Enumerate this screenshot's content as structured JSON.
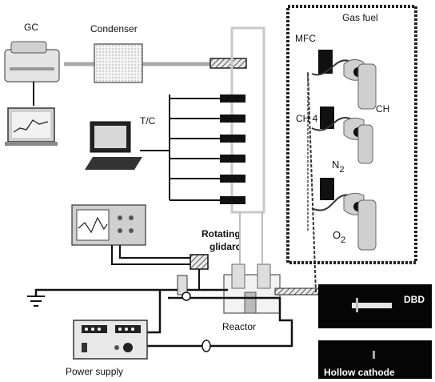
{
  "labels": {
    "gc": "GC",
    "condenser": "Condenser",
    "tc": "T/C",
    "rotating": "Rotating",
    "glidarc": "glidarc",
    "reactor": "Reactor",
    "power_supply": "Power supply",
    "gas_fuel": "Gas fuel",
    "mfc": "MFC",
    "ch4": "CH 4",
    "ch": "CH",
    "n2_base": "N",
    "n2_sub": "2",
    "o2_base": "O",
    "o2_sub": "2",
    "dbd": "DBD",
    "hollow_cathode": "Hollow cathode"
  },
  "icons": [
    "gc-instrument-icon",
    "computer-monitor-icon",
    "laptop-icon",
    "oscilloscope-icon",
    "power-supply-icon",
    "condenser-icon",
    "reactor-icon",
    "gas-cylinder-icon",
    "ground-icon"
  ]
}
